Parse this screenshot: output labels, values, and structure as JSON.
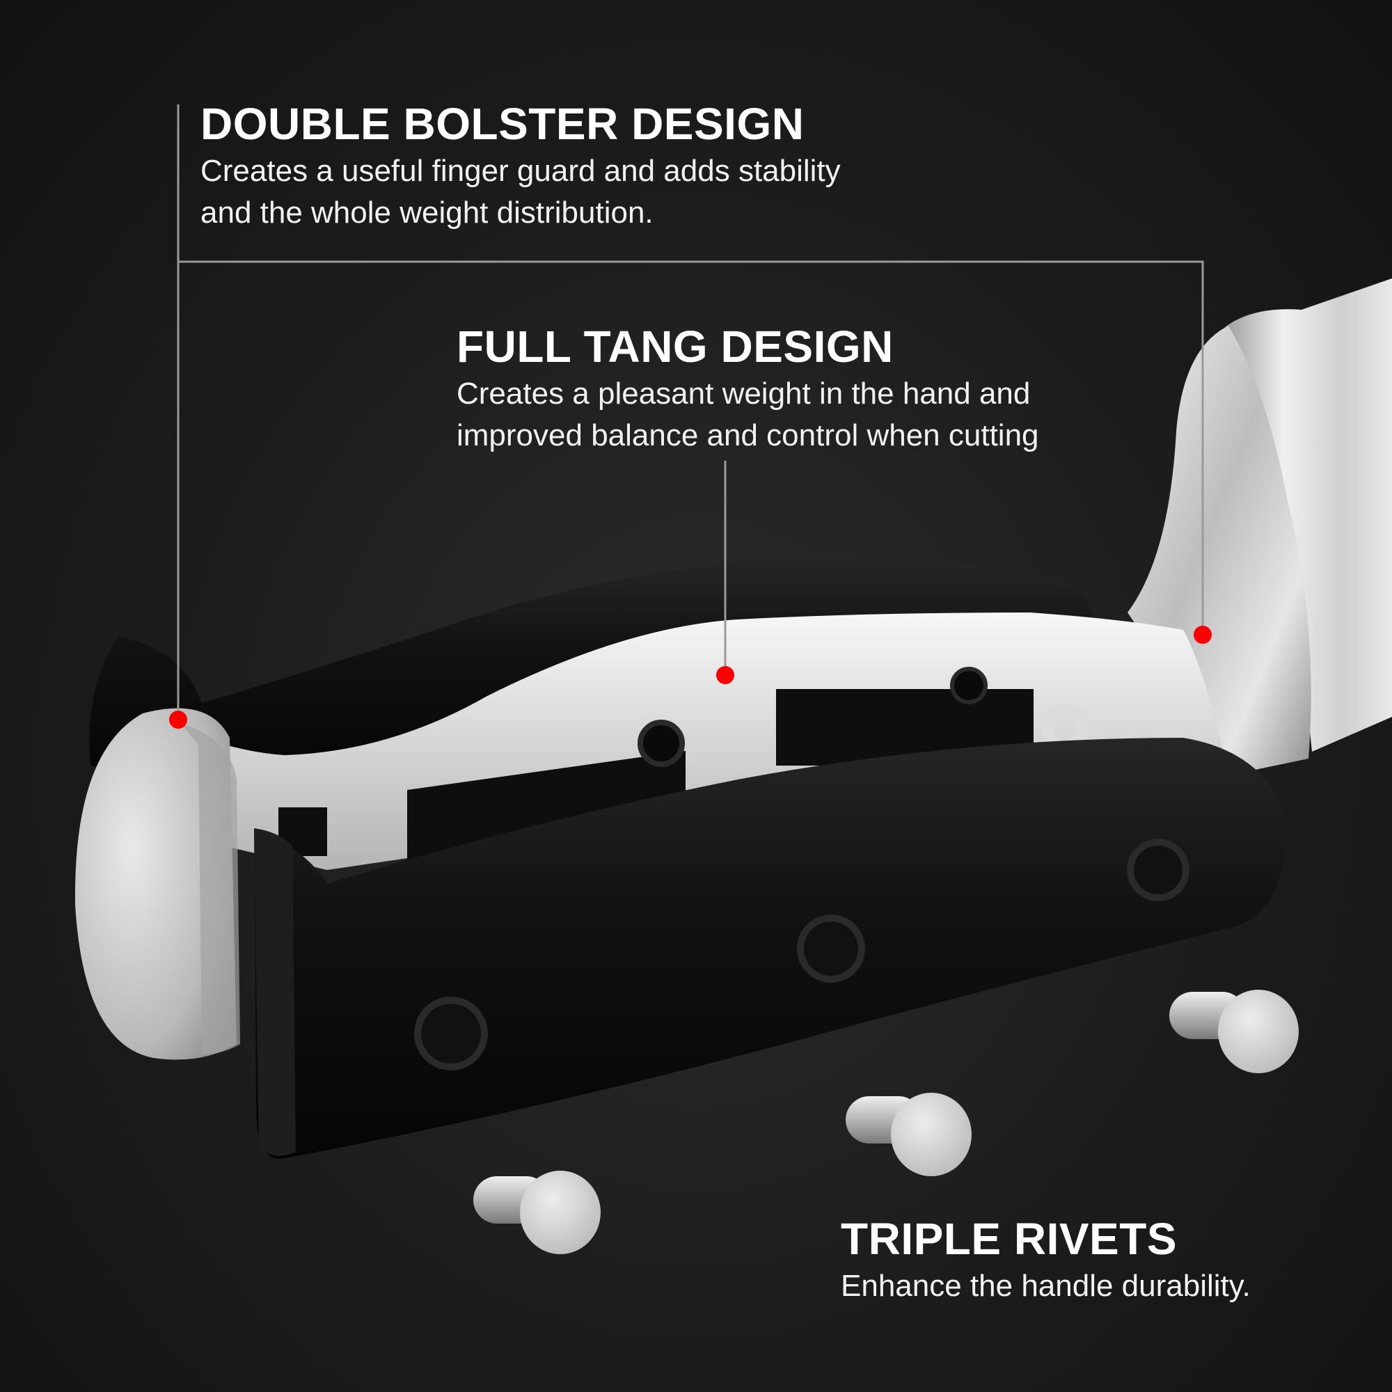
{
  "callouts": {
    "double_bolster": {
      "title": "DOUBLE BOLSTER DESIGN",
      "line1": "Creates a useful finger guard and adds stability",
      "line2": "and the whole weight distribution."
    },
    "full_tang": {
      "title": "FULL TANG DESIGN",
      "line1": "Creates a pleasant weight in the hand and",
      "line2": "improved balance and control when cutting"
    },
    "triple_rivets": {
      "title": "TRIPLE RIVETS",
      "line1": "Enhance the handle durability."
    }
  },
  "colors": {
    "background": "#1c1c1c",
    "marker": "#ff0000",
    "leader_line": "#9a9a9a",
    "handle": "#0c0c0c",
    "steel": "#c8c8c8"
  }
}
